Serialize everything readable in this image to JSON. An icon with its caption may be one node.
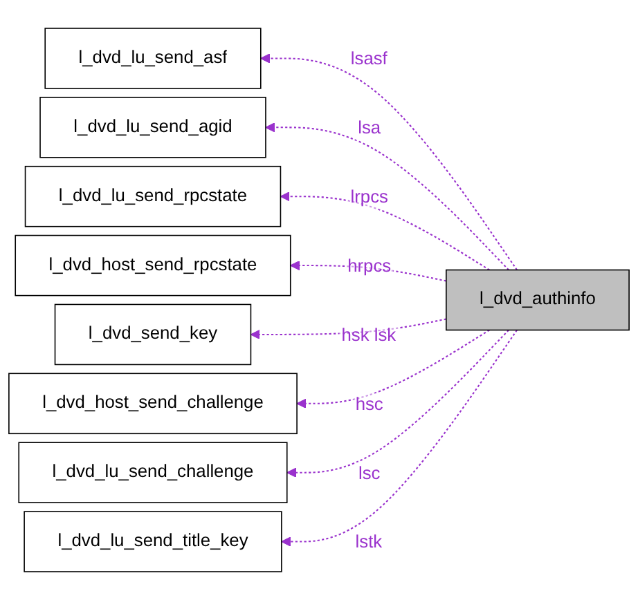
{
  "diagram": {
    "nodes": [
      {
        "text": [
          "l_dvd_lu_send_asf"
        ]
      },
      {
        "text": [
          "l_dvd_lu_send_agid"
        ]
      },
      {
        "text": [
          "l_dvd_lu_send_rpcstate"
        ]
      },
      {
        "text": [
          "l_dvd_host_send_rpcstate"
        ]
      },
      {
        "text": [
          "l_dvd_send_key"
        ]
      },
      {
        "text": [
          "l_dvd_host_send_challenge"
        ]
      },
      {
        "text": [
          "l_dvd_lu_send_challenge"
        ]
      },
      {
        "text": [
          "l_dvd_lu_send_title_key"
        ]
      },
      {
        "text": [
          "l_dvd_authinfo"
        ]
      }
    ],
    "edges": [
      {
        "from": 8,
        "to": 0,
        "arrow": "to",
        "label": "lsasf",
        "style": "dashed"
      },
      {
        "from": 8,
        "to": 1,
        "arrow": "to",
        "label": "lsa",
        "style": "dashed"
      },
      {
        "from": 8,
        "to": 2,
        "arrow": "to",
        "label": "lrpcs",
        "style": "dashed"
      },
      {
        "from": 8,
        "to": 3,
        "arrow": "to",
        "label": "hrpcs",
        "style": "dashed"
      },
      {
        "from": 8,
        "to": 4,
        "arrow": "to",
        "label": "hsk lsk",
        "style": "dashed"
      },
      {
        "from": 8,
        "to": 5,
        "arrow": "to",
        "label": "hsc",
        "style": "dashed"
      },
      {
        "from": 8,
        "to": 6,
        "arrow": "to",
        "label": "lsc",
        "style": "dashed"
      },
      {
        "from": 8,
        "to": 7,
        "arrow": "to",
        "label": "lstk",
        "style": "dashed"
      }
    ]
  }
}
